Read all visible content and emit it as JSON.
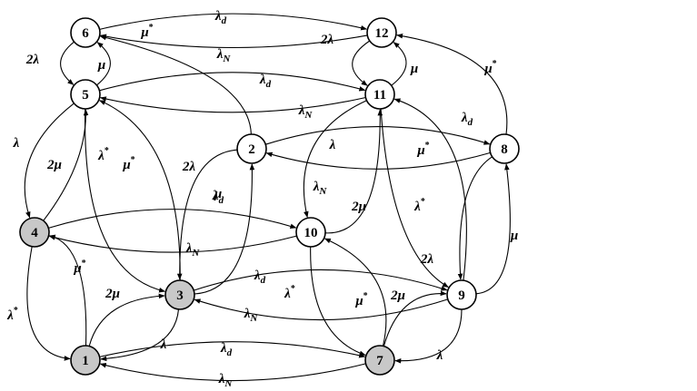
{
  "nodes": [
    {
      "id": "6",
      "label": "6",
      "shaded": false
    },
    {
      "id": "12",
      "label": "12",
      "shaded": false
    },
    {
      "id": "5",
      "label": "5",
      "shaded": false
    },
    {
      "id": "11",
      "label": "11",
      "shaded": false
    },
    {
      "id": "2",
      "label": "2",
      "shaded": false
    },
    {
      "id": "8",
      "label": "8",
      "shaded": false
    },
    {
      "id": "4",
      "label": "4",
      "shaded": true
    },
    {
      "id": "10",
      "label": "10",
      "shaded": false
    },
    {
      "id": "3",
      "label": "3",
      "shaded": true
    },
    {
      "id": "9",
      "label": "9",
      "shaded": false
    },
    {
      "id": "1",
      "label": "1",
      "shaded": true
    },
    {
      "id": "7",
      "label": "7",
      "shaded": true
    }
  ],
  "edges": [
    {
      "from": "6",
      "to": "12",
      "label": {
        "base": "λ",
        "sub": "d",
        "sup": ""
      }
    },
    {
      "from": "12",
      "to": "6",
      "label": {
        "base": "λ",
        "sub": "N",
        "sup": ""
      }
    },
    {
      "from": "6",
      "to": "5",
      "label": {
        "base": "2λ",
        "sub": "",
        "sup": ""
      }
    },
    {
      "from": "5",
      "to": "6",
      "label": {
        "base": "μ",
        "sub": "",
        "sup": ""
      }
    },
    {
      "from": "12",
      "to": "11",
      "label": {
        "base": "2λ",
        "sub": "",
        "sup": ""
      }
    },
    {
      "from": "11",
      "to": "12",
      "label": {
        "base": "μ",
        "sub": "",
        "sup": ""
      }
    },
    {
      "from": "5",
      "to": "11",
      "label": {
        "base": "λ",
        "sub": "d",
        "sup": ""
      }
    },
    {
      "from": "11",
      "to": "5",
      "label": {
        "base": "λ",
        "sub": "N",
        "sup": ""
      }
    },
    {
      "from": "2",
      "to": "6",
      "label": {
        "base": "μ",
        "sub": "",
        "sup": "*"
      }
    },
    {
      "from": "8",
      "to": "12",
      "label": {
        "base": "μ",
        "sub": "",
        "sup": "*"
      }
    },
    {
      "from": "2",
      "to": "8",
      "label": {
        "base": "λ",
        "sub": "d",
        "sup": ""
      }
    },
    {
      "from": "8",
      "to": "2",
      "label": {
        "base": "λ",
        "sub": "N",
        "sup": ""
      }
    },
    {
      "from": "5",
      "to": "4",
      "label": {
        "base": "λ",
        "sub": "",
        "sup": ""
      }
    },
    {
      "from": "4",
      "to": "5",
      "label": {
        "base": "2μ",
        "sub": "",
        "sup": ""
      }
    },
    {
      "from": "5",
      "to": "3",
      "label": {
        "base": "λ",
        "sub": "",
        "sup": "*"
      }
    },
    {
      "from": "3",
      "to": "5",
      "label": {
        "base": "μ",
        "sub": "",
        "sup": "*"
      }
    },
    {
      "from": "2",
      "to": "3",
      "label": {
        "base": "2λ",
        "sub": "",
        "sup": ""
      }
    },
    {
      "from": "3",
      "to": "2",
      "label": {
        "base": "μ",
        "sub": "",
        "sup": ""
      }
    },
    {
      "from": "11",
      "to": "10",
      "label": {
        "base": "λ",
        "sub": "",
        "sup": ""
      }
    },
    {
      "from": "10",
      "to": "11",
      "label": {
        "base": "2μ",
        "sub": "",
        "sup": ""
      }
    },
    {
      "from": "11",
      "to": "9",
      "label": {
        "base": "λ",
        "sub": "",
        "sup": "*"
      }
    },
    {
      "from": "9",
      "to": "11",
      "label": {
        "base": "μ",
        "sub": "",
        "sup": "*"
      }
    },
    {
      "from": "8",
      "to": "9",
      "label": {
        "base": "2λ",
        "sub": "",
        "sup": ""
      }
    },
    {
      "from": "9",
      "to": "8",
      "label": {
        "base": "μ",
        "sub": "",
        "sup": ""
      }
    },
    {
      "from": "4",
      "to": "10",
      "label": {
        "base": "λ",
        "sub": "d",
        "sup": ""
      }
    },
    {
      "from": "10",
      "to": "4",
      "label": {
        "base": "λ",
        "sub": "N",
        "sup": ""
      }
    },
    {
      "from": "4",
      "to": "1",
      "label": {
        "base": "λ",
        "sub": "",
        "sup": "*"
      }
    },
    {
      "from": "1",
      "to": "4",
      "label": {
        "base": "μ",
        "sub": "",
        "sup": "*"
      }
    },
    {
      "from": "1",
      "to": "3",
      "label": {
        "base": "2μ",
        "sub": "",
        "sup": ""
      }
    },
    {
      "from": "3",
      "to": "1",
      "label": {
        "base": "λ",
        "sub": "",
        "sup": ""
      }
    },
    {
      "from": "3",
      "to": "9",
      "label": {
        "base": "λ",
        "sub": "d",
        "sup": ""
      }
    },
    {
      "from": "9",
      "to": "3",
      "label": {
        "base": "λ",
        "sub": "N",
        "sup": ""
      }
    },
    {
      "from": "10",
      "to": "7",
      "label": {
        "base": "λ",
        "sub": "",
        "sup": "*"
      }
    },
    {
      "from": "7",
      "to": "10",
      "label": {
        "base": "μ",
        "sub": "",
        "sup": "*"
      }
    },
    {
      "from": "7",
      "to": "9",
      "label": {
        "base": "2μ",
        "sub": "",
        "sup": ""
      }
    },
    {
      "from": "9",
      "to": "7",
      "label": {
        "base": "λ",
        "sub": "",
        "sup": ""
      }
    },
    {
      "from": "1",
      "to": "7",
      "label": {
        "base": "λ",
        "sub": "d",
        "sup": ""
      }
    },
    {
      "from": "7",
      "to": "1",
      "label": {
        "base": "λ",
        "sub": "N",
        "sup": ""
      }
    }
  ],
  "colors": {
    "node_fill": "#ffffff",
    "node_shaded_fill": "#c8c8c8",
    "stroke": "#000000"
  }
}
